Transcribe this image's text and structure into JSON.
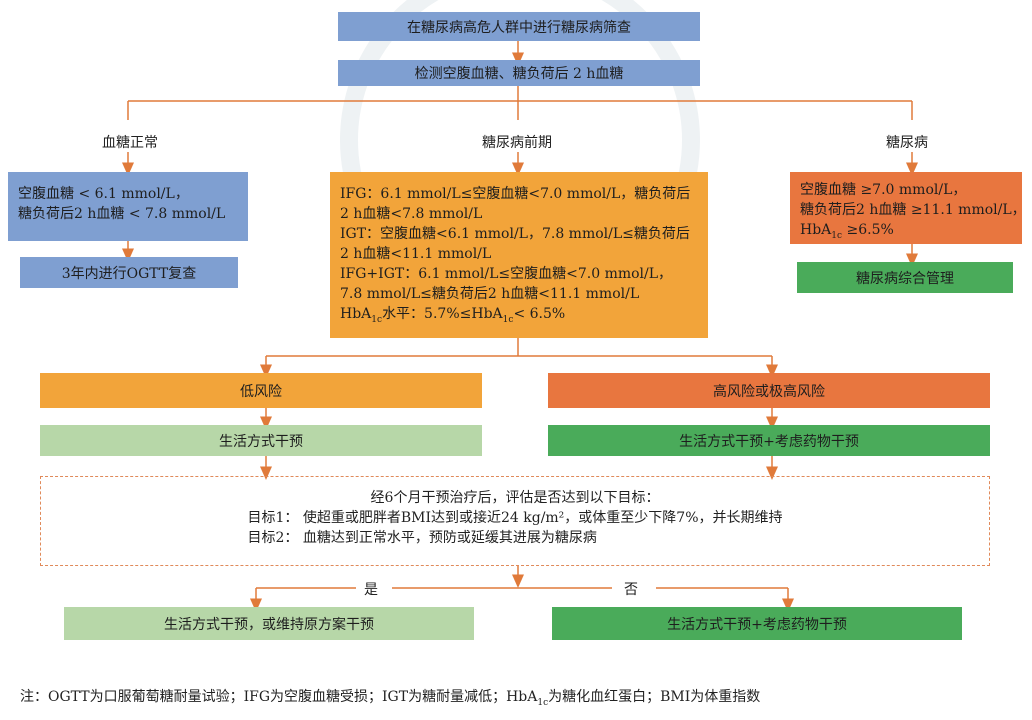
{
  "top": {
    "screening": "在糖尿病高危人群中进行糖尿病筛查",
    "test": "检测空腹血糖、糖负荷后 2 h血糖"
  },
  "branches": {
    "normal": {
      "label": "血糖正常",
      "criteria": [
        "空腹血糖 < 6.1 mmol/L，",
        "糖负荷后2 h血糖 < 7.8 mmol/L"
      ],
      "action": "3年内进行OGTT复查"
    },
    "prediabetes": {
      "label": "糖尿病前期",
      "criteria": [
        "IFG：6.1 mmol/L≤空腹血糖<7.0 mmol/L，糖负荷后",
        "2 h血糖<7.8 mmol/L",
        "IGT：空腹血糖<6.1 mmol/L，7.8 mmol/L≤糖负荷后",
        "2 h血糖<11.1 mmol/L",
        "IFG+IGT：6.1 mmol/L≤空腹血糖<7.0 mmol/L，",
        "7.8 mmol/L≤糖负荷后2 h血糖<11.1 mmol/L"
      ],
      "hba1c_line": {
        "pre": "HbA",
        "sub": "1c",
        "mid": "水平：5.7%≤HbA",
        "sub2": "1c",
        "post": "< 6.5%"
      }
    },
    "diabetes": {
      "label": "糖尿病",
      "criteria": [
        "空腹血糖 ≥7.0 mmol/L，",
        "糖负荷后2 h血糖 ≥11.1 mmol/L，"
      ],
      "hba1c_line": {
        "pre": "HbA",
        "sub": "1c",
        "post": " ≥6.5%"
      },
      "action": "糖尿病综合管理"
    }
  },
  "risk": {
    "low": {
      "label": "低风险",
      "action": "生活方式干预"
    },
    "high": {
      "label": "高风险或极高风险",
      "action": "生活方式干预+考虑药物干预"
    }
  },
  "evaluation": {
    "intro": "经6个月干预治疗后，评估是否达到以下目标：",
    "goal1": "目标1：  使超重或肥胖者BMI达到或接近24 kg/m²，或体重至少下降7%，并长期维持",
    "goal2": "目标2：  血糖达到正常水平，预防或延缓其进展为糖尿病"
  },
  "outcome": {
    "yes_label": "是",
    "no_label": "否",
    "yes_action": "生活方式干预，或维持原方案干预",
    "no_action": "生活方式干预+考虑药物干预"
  },
  "note": {
    "pre": "注：OGTT为口服葡萄糖耐量试验；IFG为空腹血糖受损；IGT为糖耐量减低；HbA",
    "sub": "1c",
    "post": "为糖化血红蛋白；BMI为体重指数"
  },
  "colors": {
    "blue": "#7f9fd1",
    "orange": "#f2a43a",
    "red_orange": "#e8763f",
    "green": "#4aab5a",
    "light_green": "#b7d7a8",
    "connector": "#e07a3a"
  }
}
